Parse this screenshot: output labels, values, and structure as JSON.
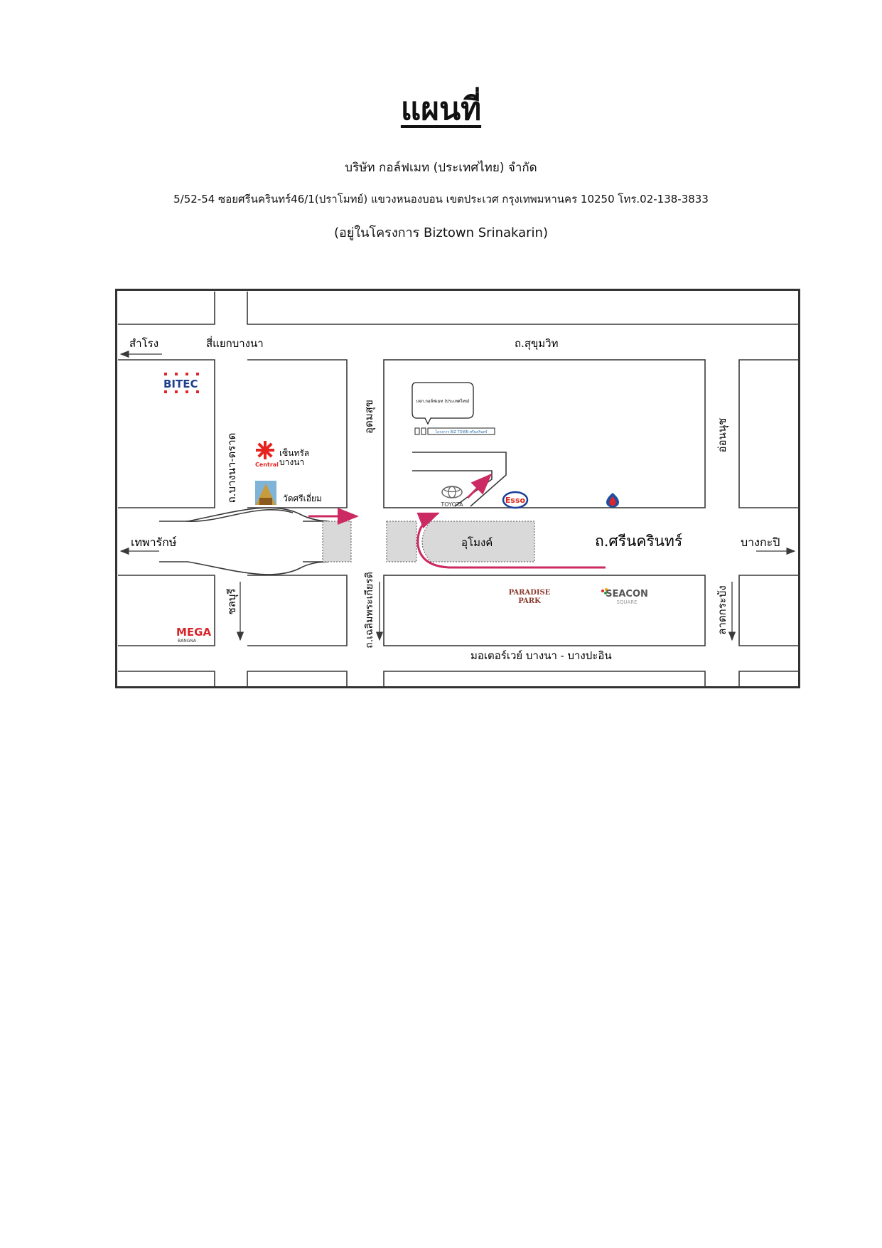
{
  "page": {
    "title": "แผนที่",
    "company": "บริษัท กอล์ฟเมท (ประเทศไทย) จำกัด",
    "address": "5/52-54 ซอยศรีนครินทร์46/1(ปราโมทย์) แขวงหนองบอน  เขตประเวศ  กรุงเทพมหานคร  10250  โทร.02-138-3833",
    "project": "(อยู่ในโครงการ Biztown Srinakarin)"
  },
  "map": {
    "roads": {
      "sukhumvit": "ถ.สุขุมวิท",
      "srinakarin": "ถ.ศรีนครินทร์",
      "bangna_trad": "ถ.บางนา-ตราด",
      "udomsuk": "อุดมสุข",
      "chaloem_phrakiat": "ถ.เฉลิมพระเกียรติ",
      "on_nut": "อ่อนนุช",
      "lat_krabang": "ลาดกระบัง",
      "chonburi": "ชลบุรี",
      "motorway": "มอเตอร์เวย์ บางนา - บางปะอิน",
      "tunnel": "อุโมงค์"
    },
    "directions": {
      "samrong": "สำโรง",
      "bangna_intersection": "สี่แยกบางนา",
      "theparak": "เทพารักษ์",
      "bang_kapi": "บางกะปิ"
    },
    "landmarks": {
      "bitec": "BITEC",
      "central_logo": "Central",
      "central": "เซ็นทรัล\nบางนา",
      "wat": "วัดศรีเอี่ยม",
      "toyota": "TOYOTA",
      "esso": "Esso",
      "paradise_1": "PARADISE",
      "paradise_2": "PARK",
      "seacon_1": "SEACON",
      "seacon_2": "SQUARE",
      "mega_1": "MEGA",
      "mega_2": "BANGNA"
    },
    "destination": {
      "bubble": "บจก.กอล์ฟเมท (ประเทศไทย)",
      "sign": "โครงการ BIZ TOWN ศรีนครินทร์"
    },
    "colors": {
      "route": "#cc2a63",
      "road_lines": "#3a3a3a",
      "frame": "#333333",
      "tunnel_fill": "#d9d9d9",
      "bitec_red": "#e0242b",
      "bitec_blue": "#1f3f8f",
      "esso_red": "#d9261c",
      "esso_blue": "#1a3f9b",
      "central_red": "#e52421",
      "mega_red": "#d6262c"
    }
  }
}
